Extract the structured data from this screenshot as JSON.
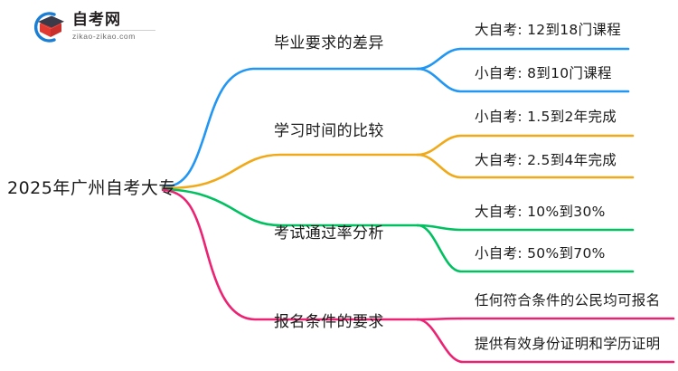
{
  "logo": {
    "name_cn": "自考网",
    "domain": "zikao-zikao.com",
    "mark_ring_color": "#1a7fd4",
    "mark_book_color": "#e03a32",
    "mark_cap_color": "#3b3a48"
  },
  "mindmap": {
    "root": {
      "label": "2025年广州自考大专"
    },
    "branches": [
      {
        "label": "毕业要求的差异",
        "color": "#2196f3",
        "children": [
          {
            "label": "大自考: 12到18门课程"
          },
          {
            "label": "小自考: 8到10门课程"
          }
        ]
      },
      {
        "label": "学习时间的比较",
        "color": "#f0a919",
        "children": [
          {
            "label": "小自考: 1.5到2年完成"
          },
          {
            "label": "大自考: 2.5到4年完成"
          }
        ]
      },
      {
        "label": "考试通过率分析",
        "color": "#00c060",
        "children": [
          {
            "label": "大自考: 10%到30%"
          },
          {
            "label": "小自考: 50%到70%"
          }
        ]
      },
      {
        "label": "报名条件的要求",
        "color": "#ec2272",
        "children": [
          {
            "label": "任何符合条件的公民均可报名"
          },
          {
            "label": "提供有效身份证明和学历证明"
          }
        ]
      }
    ]
  }
}
